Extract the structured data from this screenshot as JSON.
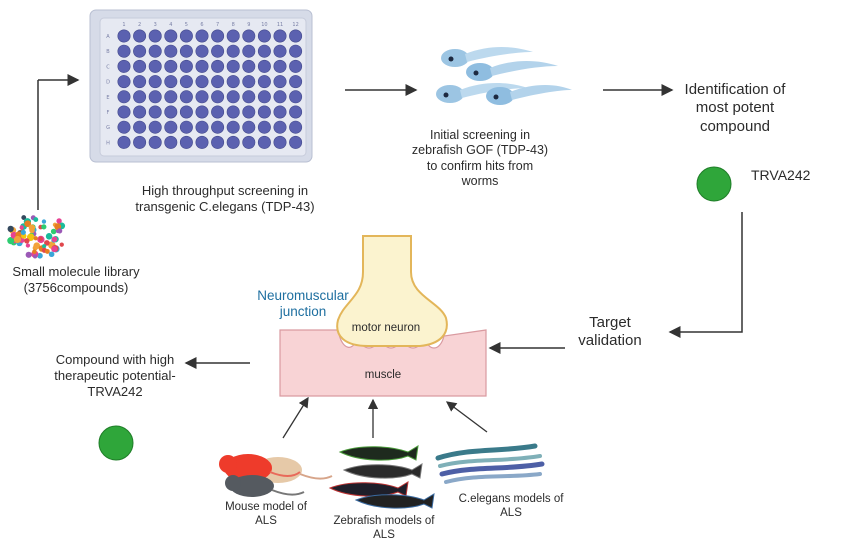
{
  "steps": {
    "plate_caption": "High throughput screening in transgenic C.elegans (TDP-43)",
    "library_caption": "Small molecule library (3756compounds)",
    "zebrafish_caption": "Initial screening in zebrafish GOF (TDP-43) to confirm hits from worms",
    "identification_caption": "Identification of most potent compound",
    "compound_name": "TRVA242",
    "target_validation": "Target validation",
    "result_caption": "Compound with high therapeutic potential-TRVA242"
  },
  "nmj": {
    "title": "Neuromuscular junction",
    "motor_neuron": "motor neuron",
    "muscle": "muscle"
  },
  "models": {
    "mouse": "Mouse model of ALS",
    "zebrafish": "Zebrafish models of ALS",
    "celegans": "C.elegans models of ALS"
  },
  "plate": {
    "columns": [
      "1",
      "2",
      "3",
      "4",
      "5",
      "6",
      "7",
      "8",
      "9",
      "10",
      "11",
      "12"
    ],
    "rows": [
      "A",
      "B",
      "C",
      "D",
      "E",
      "F",
      "G",
      "H"
    ]
  },
  "colors": {
    "compound_green": "#2fa63a",
    "well_purple": "#5b61b0",
    "nmj_title": "#1e6fa0",
    "muscle_fill": "#f8d3d5",
    "neuron_fill": "#fbf3cf"
  }
}
